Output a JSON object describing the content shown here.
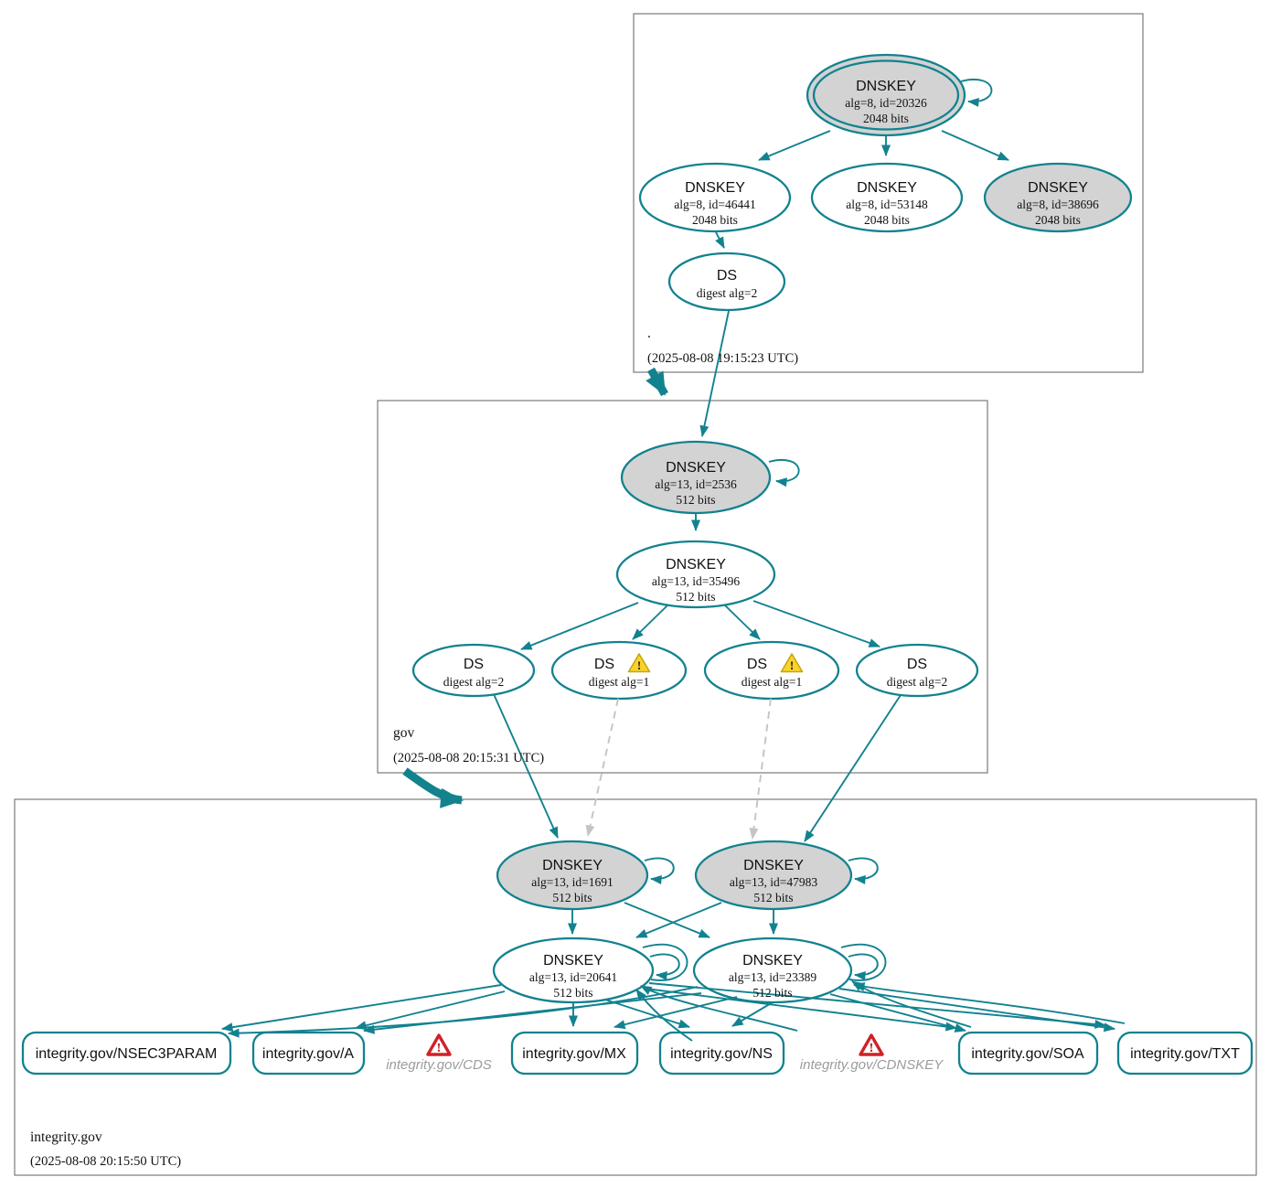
{
  "diagram": "DNSSEC authentication chain",
  "colors": {
    "edge_teal": "#12828f",
    "node_gray_fill": "#d3d3d3",
    "dashed_gray": "#c4c4c4",
    "warning_yellow": "#f9d32a",
    "error_red": "#cf2127",
    "muted_label_gray": "#9c9c9c",
    "box_border": "#7a7a7a"
  },
  "icons": {
    "warning_glyph": "!",
    "error_glyph": "!"
  },
  "zones": [
    {
      "label": ".",
      "timestamp": "(2025-08-08 19:15:23 UTC)",
      "nodes": {
        "ksk": {
          "title": "DNSKEY",
          "detail": "alg=8, id=20326",
          "bits": "2048 bits"
        },
        "zsk1": {
          "title": "DNSKEY",
          "detail": "alg=8, id=46441",
          "bits": "2048 bits"
        },
        "zsk2": {
          "title": "DNSKEY",
          "detail": "alg=8, id=53148",
          "bits": "2048 bits"
        },
        "key3": {
          "title": "DNSKEY",
          "detail": "alg=8, id=38696",
          "bits": "2048 bits"
        },
        "ds": {
          "title": "DS",
          "detail": "digest alg=2"
        }
      }
    },
    {
      "label": "gov",
      "timestamp": "(2025-08-08 20:15:31 UTC)",
      "nodes": {
        "ksk": {
          "title": "DNSKEY",
          "detail": "alg=13, id=2536",
          "bits": "512 bits"
        },
        "zsk": {
          "title": "DNSKEY",
          "detail": "alg=13, id=35496",
          "bits": "512 bits"
        },
        "ds1": {
          "title": "DS",
          "detail": "digest alg=2"
        },
        "ds2": {
          "title": "DS",
          "detail": "digest alg=1",
          "warning": true
        },
        "ds3": {
          "title": "DS",
          "detail": "digest alg=1",
          "warning": true
        },
        "ds4": {
          "title": "DS",
          "detail": "digest alg=2"
        }
      }
    },
    {
      "label": "integrity.gov",
      "timestamp": "(2025-08-08 20:15:50 UTC)",
      "nodes": {
        "ksk1": {
          "title": "DNSKEY",
          "detail": "alg=13, id=1691",
          "bits": "512 bits"
        },
        "ksk2": {
          "title": "DNSKEY",
          "detail": "alg=13, id=47983",
          "bits": "512 bits"
        },
        "zsk1": {
          "title": "DNSKEY",
          "detail": "alg=13, id=20641",
          "bits": "512 bits"
        },
        "zsk2": {
          "title": "DNSKEY",
          "detail": "alg=13, id=23389",
          "bits": "512 bits"
        }
      },
      "rrsets": [
        {
          "label": "integrity.gov/NSEC3PARAM"
        },
        {
          "label": "integrity.gov/A"
        },
        {
          "label": "integrity.gov/MX"
        },
        {
          "label": "integrity.gov/NS"
        },
        {
          "label": "integrity.gov/SOA"
        },
        {
          "label": "integrity.gov/TXT"
        }
      ],
      "errors": [
        {
          "label": "integrity.gov/CDS"
        },
        {
          "label": "integrity.gov/CDNSKEY"
        }
      ]
    }
  ]
}
